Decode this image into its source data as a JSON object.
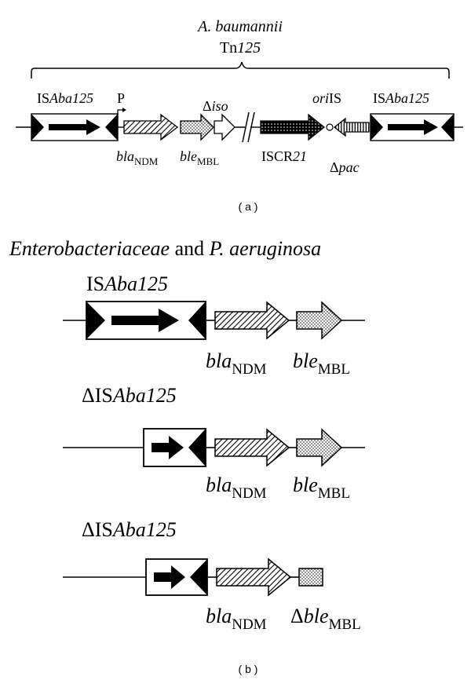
{
  "panel_a": {
    "species": "A. baumannii",
    "transposon_prefix": "Tn",
    "transposon_number": "125",
    "is_left_prefix": "IS",
    "is_left_italic": "Aba125",
    "promoter": "P",
    "delta": "Δ",
    "iso": "iso",
    "ori": "ori",
    "ori_suffix": "IS",
    "is_right_prefix": "IS",
    "is_right_italic": "Aba125",
    "bla": "bla",
    "ndm": "NDM",
    "ble": "ble",
    "mbl": "MBL",
    "iscr_prefix": "ISCR",
    "iscr_number": "21",
    "pac": "pac",
    "caption": "( a )"
  },
  "panel_b": {
    "heading_italic_1": "Enterobacteriaceae",
    "heading_and": " and ",
    "heading_italic_2": "P. aeruginosa",
    "row1": {
      "prefix": "IS",
      "italic": "Aba125",
      "bla": "bla",
      "ndm": "NDM",
      "ble": "ble",
      "mbl": "MBL"
    },
    "row2": {
      "prefix": "ΔIS",
      "italic": "Aba125",
      "bla": "bla",
      "ndm": "NDM",
      "ble": "ble",
      "mbl": "MBL"
    },
    "row3": {
      "prefix": "ΔIS",
      "italic": "Aba125",
      "bla": "bla",
      "ndm": "NDM",
      "ble_prefix": "Δ",
      "ble": "ble",
      "mbl": "MBL"
    },
    "caption": "( b )"
  }
}
